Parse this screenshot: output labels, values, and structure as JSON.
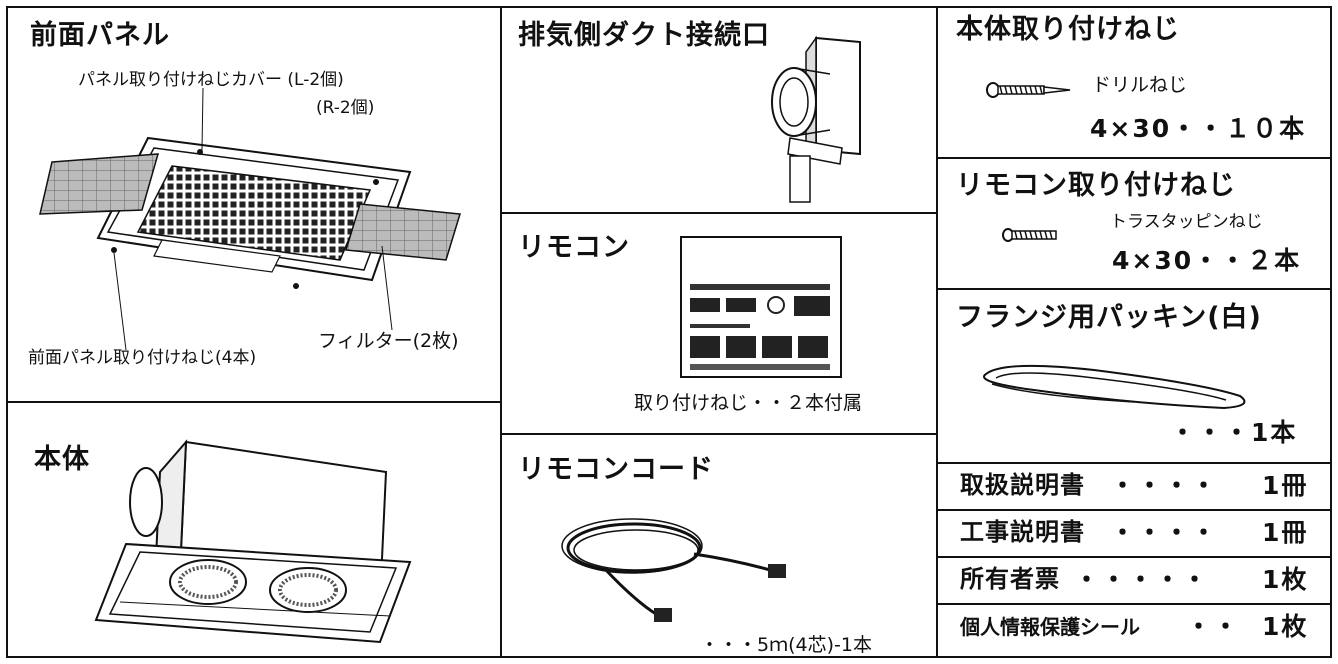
{
  "front_panel": {
    "title": "前面パネル",
    "cover_label": "パネル取り付けねじカバー (L-2個)",
    "cover_label_r": "(R-2個)",
    "screw_label": "前面パネル取り付けねじ(4本)",
    "filter_label": "フィルター(2枚)"
  },
  "body_section": {
    "title": "本体"
  },
  "duct_section": {
    "title": "排気側ダクト接続口"
  },
  "remote_section": {
    "title": "リモコン",
    "note": "取り付けねじ・・２本付属"
  },
  "cord_section": {
    "title": "リモコンコード",
    "quantity": "・・・5ｍ(4芯)-1本"
  },
  "body_screw": {
    "title": "本体取り付けねじ",
    "type": "ドリルねじ",
    "quantity": "4×30・・１０本"
  },
  "remote_screw": {
    "title": "リモコン取り付けねじ",
    "type": "トラスタッピンねじ",
    "quantity": "4×30・・２本"
  },
  "packing": {
    "title": "フランジ用パッキン(白)",
    "quantity": "・・・1本"
  },
  "documents": [
    {
      "name": "取扱説明書",
      "dots": "・・・・",
      "qty": "1冊"
    },
    {
      "name": "工事説明書",
      "dots": "・・・・",
      "qty": "1冊"
    },
    {
      "name": "所有者票",
      "dots": "・・・・・",
      "qty": "1枚"
    },
    {
      "name": "個人情報保護シール",
      "dots": "・・",
      "qty": "1枚"
    }
  ]
}
